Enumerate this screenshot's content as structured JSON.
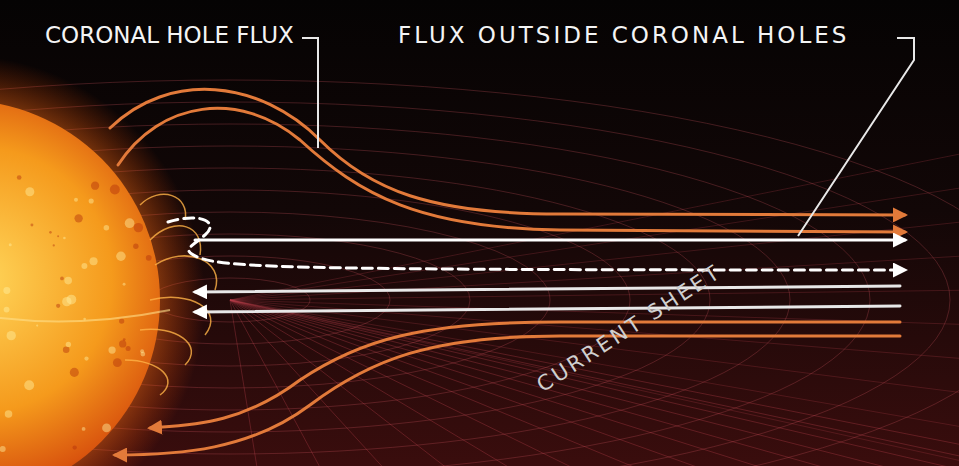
{
  "diagram": {
    "labels": [
      "CORONAL HOLE FLUX",
      "FLUX OUTSIDE CORONAL HOLES",
      "CURRENT SHEET"
    ]
  }
}
